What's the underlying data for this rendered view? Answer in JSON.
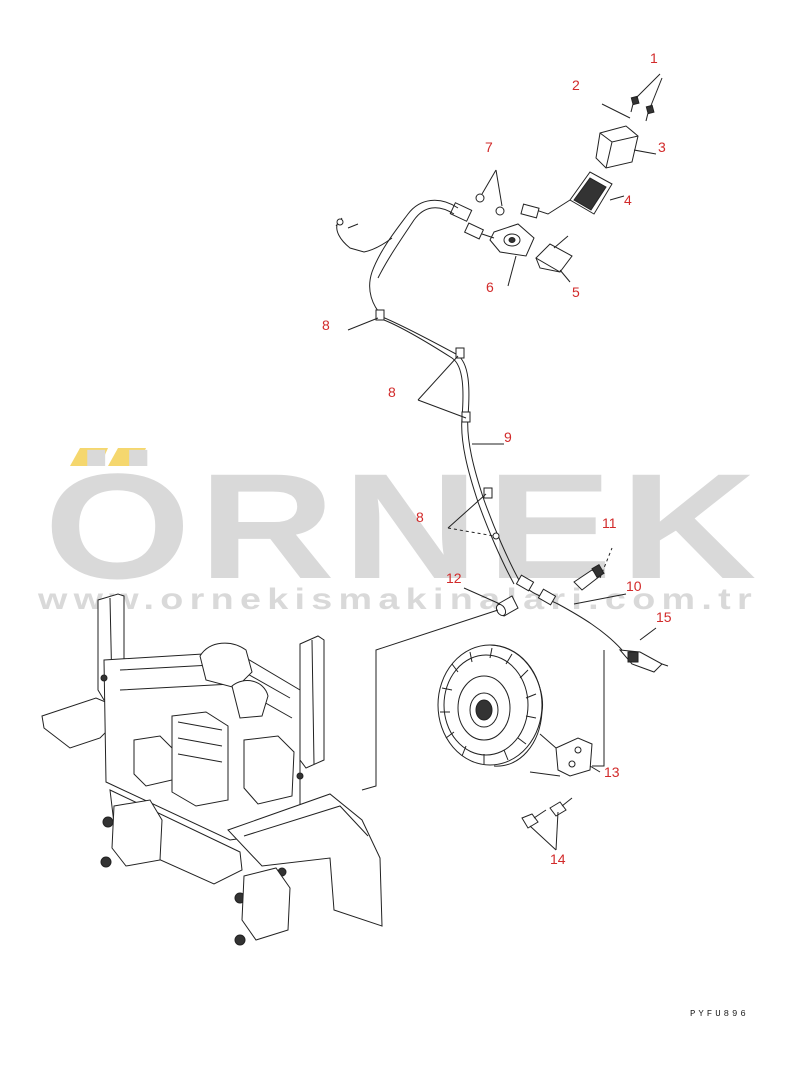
{
  "watermark": {
    "brand": "ÖRNEK",
    "url": "www.ornekismakinalari.com.tr",
    "accent_color": "#f5d76e",
    "text_color": "#d9d9d9"
  },
  "drawing_code": "PYFU896",
  "callout_color": "#d22a2a",
  "callouts": {
    "c1": "1",
    "c2": "2",
    "c3": "3",
    "c4": "4",
    "c5": "5",
    "c6": "6",
    "c7": "7",
    "c8a": "8",
    "c8b": "8",
    "c8c": "8",
    "c9": "9",
    "c10": "10",
    "c11": "11",
    "c12": "12",
    "c13": "13",
    "c14": "14",
    "c15": "15"
  }
}
